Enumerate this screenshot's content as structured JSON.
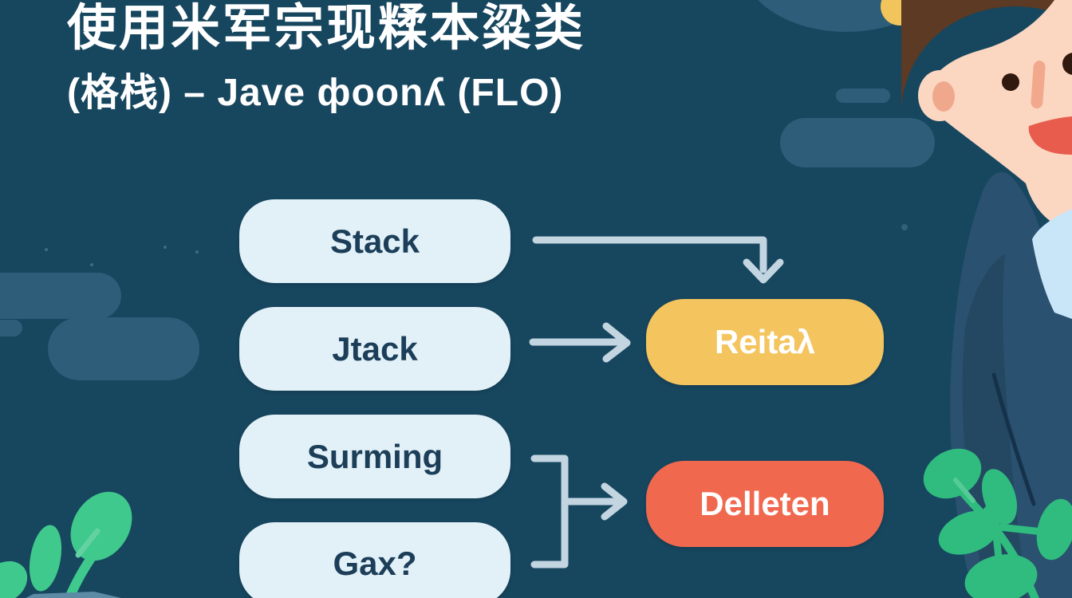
{
  "title": {
    "line1": "使用米军宗现糅本粱类",
    "line2": "(格栈) – Jave фoonʎ (FLO)"
  },
  "diagram": {
    "left_nodes": [
      {
        "label": "Stack"
      },
      {
        "label": "Jtack"
      },
      {
        "label": "Surming"
      },
      {
        "label": "Gax?"
      }
    ],
    "right_nodes": [
      {
        "label": "Reitaλ",
        "color": "#f4c45e"
      },
      {
        "label": "Delleten",
        "color": "#f0694f"
      }
    ],
    "connectors": [
      {
        "from": "Stack",
        "to": "Reitaλ",
        "shape": "elbow-right-then-down"
      },
      {
        "from": "Jtack",
        "to": "Reitaλ",
        "shape": "straight-right"
      },
      {
        "from": "Surming and Gax?",
        "to": "Delleten",
        "shape": "bracket-merge-right"
      }
    ]
  },
  "colors": {
    "background": "#17465f",
    "cloud": "#2d5d78",
    "node_fill": "#e2f1f8",
    "node_text": "#1c3e58",
    "accent_yellow": "#f4c45e",
    "accent_red": "#f0694f",
    "accent_text": "#ffffff",
    "arrow": "#c2d5e0",
    "leaf_green_left": "#3fc98c",
    "leaf_green_right": "#2fbc7e",
    "title_text": "#ffffff"
  },
  "scene": {
    "character": "smiling man, brown hair, dark suit, light blue shirt, at right edge",
    "decor": "teal cloud pills, tiny stars, green leaf sprigs in bottom corners"
  }
}
